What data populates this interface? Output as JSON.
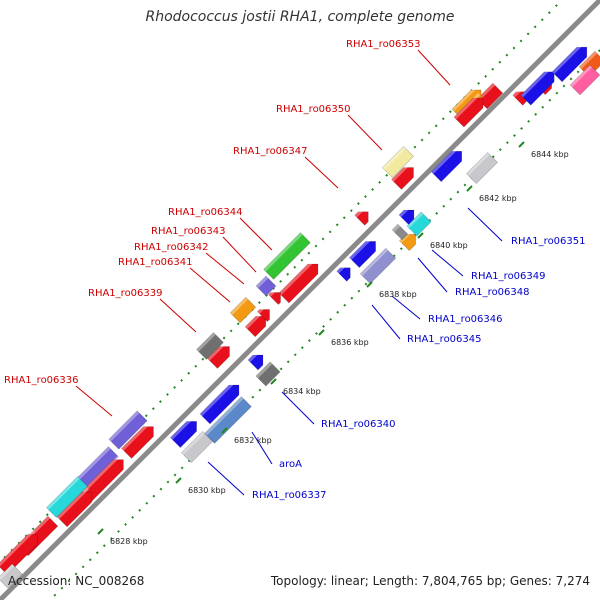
{
  "title": "Rhodococcus jostii RHA1, complete genome",
  "footer": {
    "accession": "Accession: NC_008268",
    "summary": "Topology: linear; Length: 7,804,765 bp; Genes: 7,274"
  },
  "colors": {
    "forward_label": "#cc0000",
    "reverse_label": "#0000cc",
    "backbone": "#8a8a8a",
    "ticks": "#228822"
  },
  "ticks": [
    {
      "label": "6828 kbp"
    },
    {
      "label": "6830 kbp"
    },
    {
      "label": "6832 kbp"
    },
    {
      "label": "6834 kbp"
    },
    {
      "label": "6836 kbp"
    },
    {
      "label": "6838 kbp"
    },
    {
      "label": "6840 kbp"
    },
    {
      "label": "6842 kbp"
    },
    {
      "label": "6844 kbp"
    }
  ],
  "forward_labels": [
    {
      "text": "RHA1_ro06353"
    },
    {
      "text": "RHA1_ro06350"
    },
    {
      "text": "RHA1_ro06347"
    },
    {
      "text": "RHA1_ro06344"
    },
    {
      "text": "RHA1_ro06343"
    },
    {
      "text": "RHA1_ro06342"
    },
    {
      "text": "RHA1_ro06341"
    },
    {
      "text": "RHA1_ro06339"
    },
    {
      "text": "RHA1_ro06336"
    }
  ],
  "reverse_labels": [
    {
      "text": "RHA1_ro06351"
    },
    {
      "text": "RHA1_ro06349"
    },
    {
      "text": "RHA1_ro06348"
    },
    {
      "text": "RHA1_ro06346"
    },
    {
      "text": "RHA1_ro06345"
    },
    {
      "text": "RHA1_ro06340"
    },
    {
      "text": "aroA"
    },
    {
      "text": "RHA1_ro06337"
    }
  ]
}
